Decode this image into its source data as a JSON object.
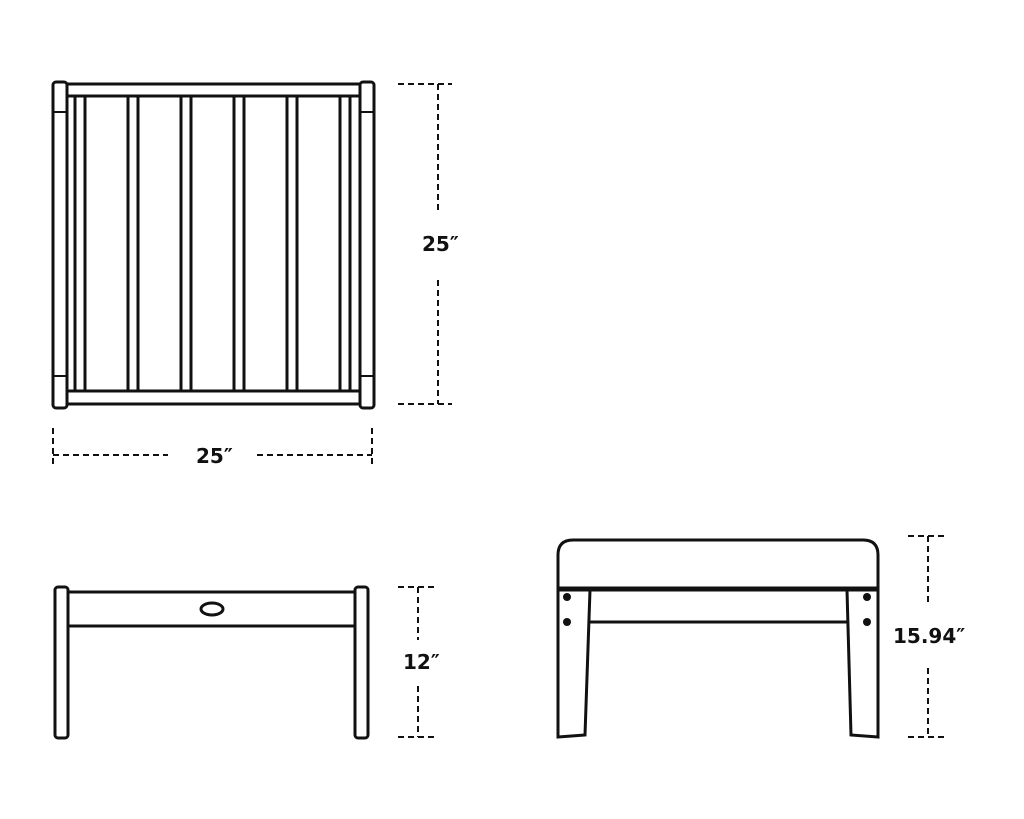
{
  "diagram": {
    "subject": "ottoman",
    "views": [
      {
        "name": "top-view",
        "width_label": "25″",
        "depth_label": "25″"
      },
      {
        "name": "side-view-frame",
        "height_label": "12″"
      },
      {
        "name": "front-view-with-cushion",
        "height_label": "15.94″"
      }
    ]
  },
  "colors": {
    "line": "#111111",
    "background": "#ffffff"
  }
}
